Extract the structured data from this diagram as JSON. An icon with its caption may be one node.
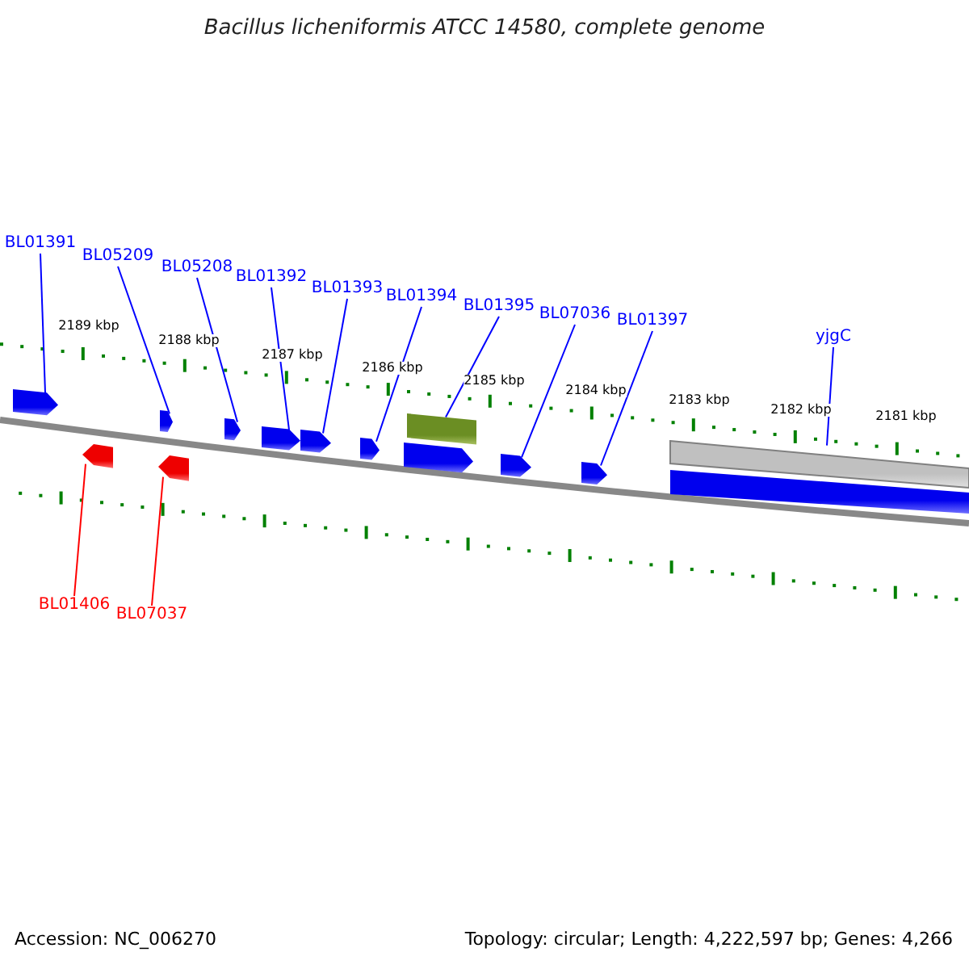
{
  "diagram": {
    "title": "Bacillus licheniformis ATCC 14580, complete genome",
    "nodes": [
      {
        "text": [
          "BL01391"
        ]
      },
      {
        "text": [
          "BL05209"
        ]
      },
      {
        "text": [
          "BL05208"
        ]
      },
      {
        "text": [
          "BL01392"
        ]
      },
      {
        "text": [
          "BL01393"
        ]
      },
      {
        "text": [
          "BL01394"
        ]
      },
      {
        "text": [
          "BL01395"
        ]
      },
      {
        "text": [
          "BL07036"
        ]
      },
      {
        "text": [
          "BL01397"
        ]
      },
      {
        "text": [
          "yjgC"
        ]
      },
      {
        "text": [
          "BL01406"
        ]
      },
      {
        "text": [
          "BL07037"
        ]
      },
      {
        "text": [],
        "shape": "box"
      },
      {
        "text": [],
        "shape": "box"
      },
      {
        "text": [],
        "shape": "box"
      },
      {
        "text": [],
        "shape": "box"
      },
      {
        "text": [],
        "shape": "box"
      },
      {
        "text": [],
        "shape": "box"
      },
      {
        "text": [],
        "shape": "box"
      },
      {
        "text": [],
        "shape": "box"
      },
      {
        "text": [],
        "shape": "box"
      },
      {
        "text": [],
        "shape": "bar"
      },
      {
        "text": [],
        "shape": "box"
      },
      {
        "text": [],
        "shape": "box"
      },
      {
        "text": [],
        "shape": "bar"
      },
      {
        "text": [],
        "shape": "bar"
      }
    ],
    "edges": [
      {
        "from": 0,
        "to": 12,
        "arrow": "none"
      },
      {
        "from": 1,
        "to": 15,
        "arrow": "none"
      },
      {
        "from": 2,
        "to": 16,
        "arrow": "none"
      },
      {
        "from": 3,
        "to": 17,
        "arrow": "none"
      },
      {
        "from": 4,
        "to": 18,
        "arrow": "none"
      },
      {
        "from": 5,
        "to": 19,
        "arrow": "none"
      },
      {
        "from": 6,
        "to": 21,
        "arrow": "none"
      },
      {
        "from": 7,
        "to": 22,
        "arrow": "none"
      },
      {
        "from": 8,
        "to": 23,
        "arrow": "none"
      },
      {
        "from": 9,
        "to": 24,
        "arrow": "none"
      },
      {
        "from": 10,
        "to": 13,
        "arrow": "none",
        "color": "#ff0000"
      },
      {
        "from": 11,
        "to": 14,
        "arrow": "none",
        "color": "#ff0000"
      }
    ],
    "labels": [
      "2189 kbp",
      "2188 kbp",
      "2187 kbp",
      "2186 kbp",
      "2185 kbp",
      "2184 kbp",
      "2183 kbp",
      "2182 kbp",
      "2181 kbp",
      "Accession: NC_006270",
      "Topology: circular; Length: 4,222,597 bp; Genes: 4,266"
    ]
  }
}
